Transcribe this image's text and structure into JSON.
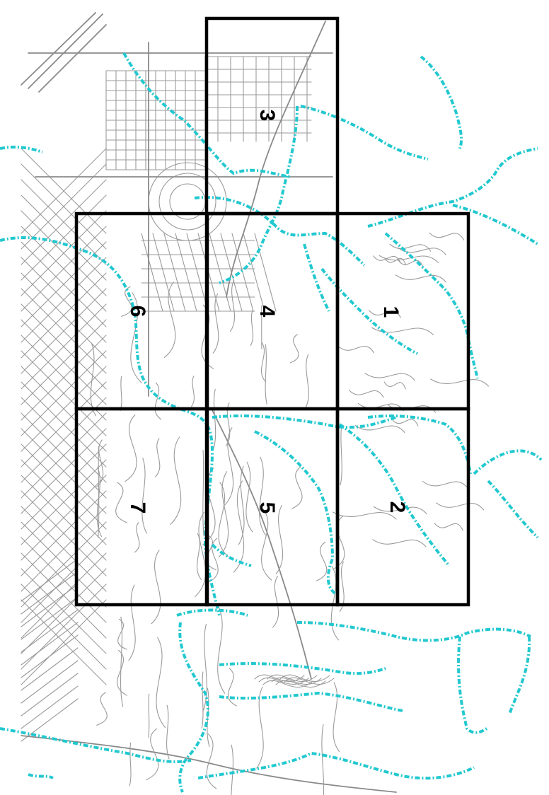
{
  "map": {
    "colors": {
      "background": "#ffffff",
      "roads": "#9a9a9a",
      "creeks": "#22c8cf",
      "grid": "#000000"
    },
    "tiles": [
      {
        "label": "1"
      },
      {
        "label": "2"
      },
      {
        "label": "3"
      },
      {
        "label": "4"
      },
      {
        "label": "5"
      },
      {
        "label": "6"
      },
      {
        "label": "7"
      }
    ]
  }
}
